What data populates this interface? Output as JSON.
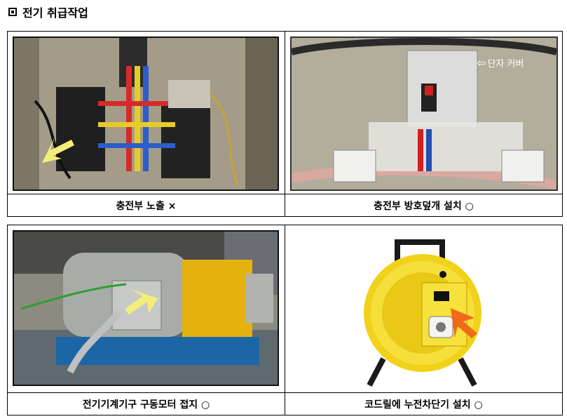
{
  "heading": {
    "title": "전기 취급작업"
  },
  "panels": [
    {
      "caption": "충전부 노출 ×"
    },
    {
      "caption": "충전부 방호덮개 설치 ○",
      "label": "단자 커버"
    },
    {
      "caption": "전기기계기구 구동모터 접지 ○"
    },
    {
      "caption": "코드릴에 누전차단기 설치 ○"
    }
  ]
}
